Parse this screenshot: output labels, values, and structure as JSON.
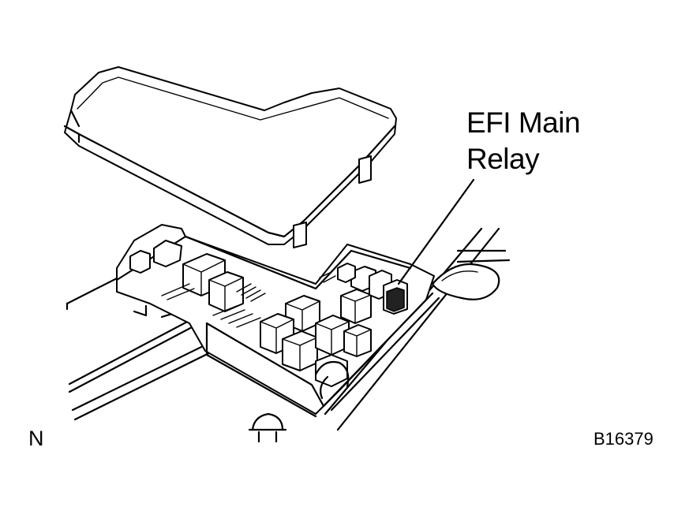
{
  "callout": {
    "line1": "EFI Main",
    "line2": "Relay"
  },
  "corner_mark": "N",
  "figure_id": "B16379"
}
